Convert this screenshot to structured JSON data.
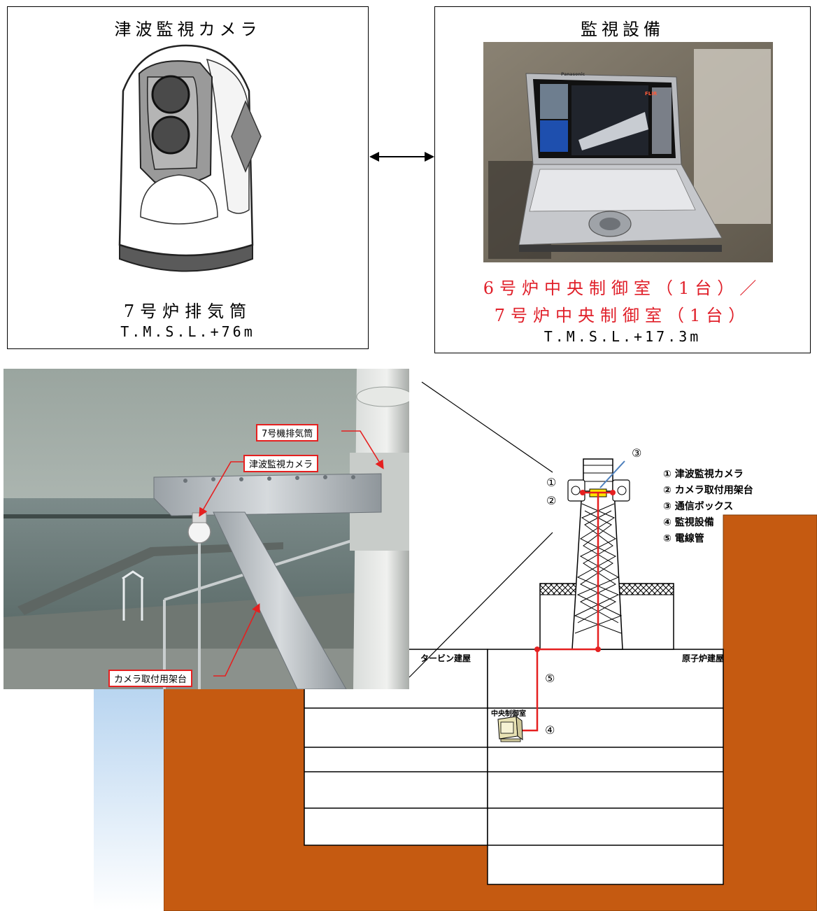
{
  "camera_box": {
    "title": "津波監視カメラ",
    "location": "7号炉排気筒",
    "elevation": "T.M.S.L.+76m"
  },
  "monitor_box": {
    "title": "監視設備",
    "location_line1": "6号炉中央制御室（1台）／",
    "location_line2": "7号炉中央制御室（1台）",
    "elevation": "T.M.S.L.+17.3m",
    "laptop_brand": "Panasonic",
    "screen_brand": "FLIR"
  },
  "photo_callouts": {
    "stack": "7号機排気筒",
    "camera": "津波監視カメラ",
    "frame": "カメラ取付用架台"
  },
  "diagram": {
    "turbine_building": "タービン建屋",
    "reactor_building": "原子炉建屋",
    "control_room": "中央制御室",
    "markers": [
      "①",
      "②",
      "③",
      "④",
      "⑤"
    ]
  },
  "legend": [
    "① 津波監視カメラ",
    "② カメラ取付用架台",
    "③ 通信ボックス",
    "④ 監視設備",
    "⑤ 電線管"
  ],
  "colors": {
    "ground": "#c55a11",
    "cable": "#e52020",
    "callout_border": "#e52020",
    "caption_red": "#e0202a"
  }
}
